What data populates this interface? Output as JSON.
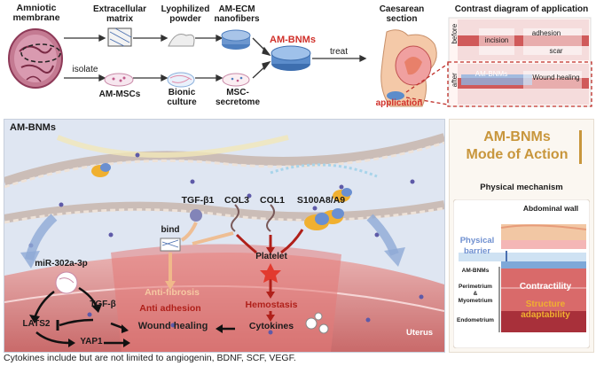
{
  "top": {
    "amniotic_membrane": "Amniotic membrane",
    "extracellular_matrix": "Extracellular matrix",
    "lyophilized_powder": "Lyophilized powder",
    "am_ecm_nanofibers": "AM-ECM nanofibers",
    "isolate": "isolate",
    "am_mscs": "AM-MSCs",
    "bionic_culture": "Bionic culture",
    "msc_secretome": "MSC-secretome",
    "am_bnms": "AM-BNMs",
    "treat": "treat",
    "caesarean_section": "Caesarean section",
    "application": "application",
    "contrast_title": "Contrast diagram of application",
    "before": "before",
    "after": "after",
    "incision": "incision",
    "adhesion": "adhesion",
    "scar": "scar",
    "am_bnms_small": "AM-BNMs",
    "wound_healing": "Wound healing"
  },
  "main": {
    "title": "AM-BNMs",
    "tgf_b1": "TGF-β1",
    "col3": "COL3",
    "col1": "COL1",
    "s100": "S100A8/A9",
    "bind": "bind",
    "platelet": "Platelet",
    "mir": "miR-302a-3p",
    "tgf_b": "TGF-β",
    "lats2": "LATS2",
    "yap1": "YAP1",
    "anti_fibrosis": "Anti-fibrosis",
    "anti_adhesion": "Anti adhesion",
    "hemostasis": "Hemostasis",
    "wound_healing": "Wound healing",
    "cytokines": "Cytokines",
    "uterus": "Uterus"
  },
  "side": {
    "title_line1": "AM-BNMs",
    "title_line2": "Mode of Action",
    "physical_mechanism": "Physical mechanism",
    "abdominal_wall": "Abdominal wall",
    "physical_barrier_1": "Physical",
    "physical_barrier_2": "barrier",
    "am_bnms": "AM-BNMs",
    "perimetrium": "Perimetrium",
    "amp": "&",
    "myometrium": "Myometrium",
    "endometrium": "Endometrium",
    "contractility": "Contractility",
    "structure": "Structure",
    "adaptability": "adaptability"
  },
  "footnote": "Cytokines include but are not limited to angiogenin, BDNF, SCF, VEGF.",
  "colors": {
    "dark_red": "#b0201a",
    "red": "#e23a2e",
    "gold": "#c8963c",
    "orange_gold": "#e0a020",
    "blue_arrow": "#8eaad6",
    "light_orange": "#f0b98a"
  }
}
